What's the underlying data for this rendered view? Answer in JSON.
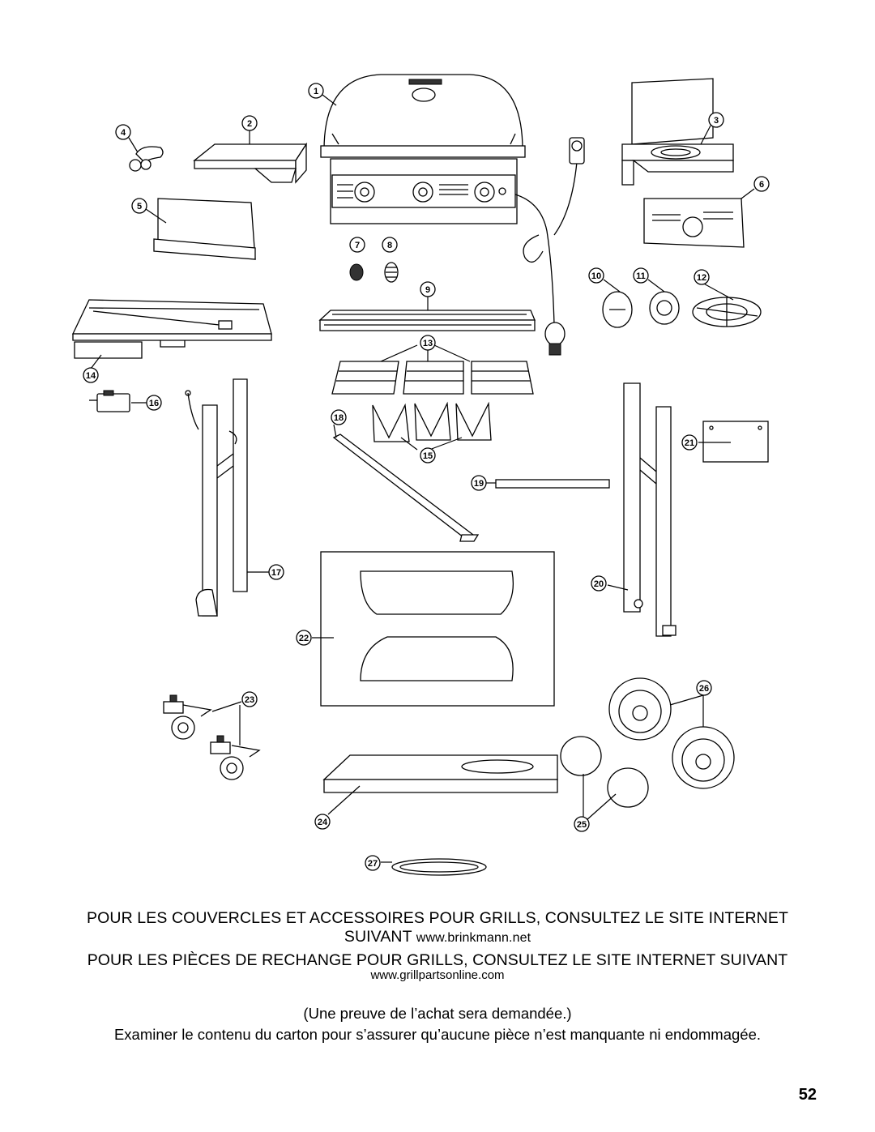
{
  "callouts": {
    "c1": "1",
    "c2": "2",
    "c3": "3",
    "c4": "4",
    "c5": "5",
    "c6": "6",
    "c7": "7",
    "c8": "8",
    "c9": "9",
    "c10": "10",
    "c11": "11",
    "c12": "12",
    "c13": "13",
    "c14": "14",
    "c15": "15",
    "c16": "16",
    "c17": "17",
    "c18": "18",
    "c19": "19",
    "c20": "20",
    "c21": "21",
    "c22": "22",
    "c23": "23",
    "c24": "24",
    "c25": "25",
    "c26": "26",
    "c27": "27"
  },
  "text": {
    "covers_line1": "POUR LES COUVERCLES ET ACCESSOIRES POUR GRILLS, CONSULTEZ LE SITE INTERNET",
    "covers_line2_prefix": "SUIVANT ",
    "covers_url": "www.brinkmann.net",
    "parts_line1": "POUR LES PIÈCES DE RECHANGE POUR GRILLS, CONSULTEZ LE SITE INTERNET SUIVANT",
    "parts_url": "www.grillpartsonline.com",
    "proof": "(Une preuve de l’achat sera demandée.)",
    "examine": "Examiner le contenu du carton pour s’assurer qu’aucune pièce n’est manquante ni endommagée."
  },
  "page_number": "52"
}
